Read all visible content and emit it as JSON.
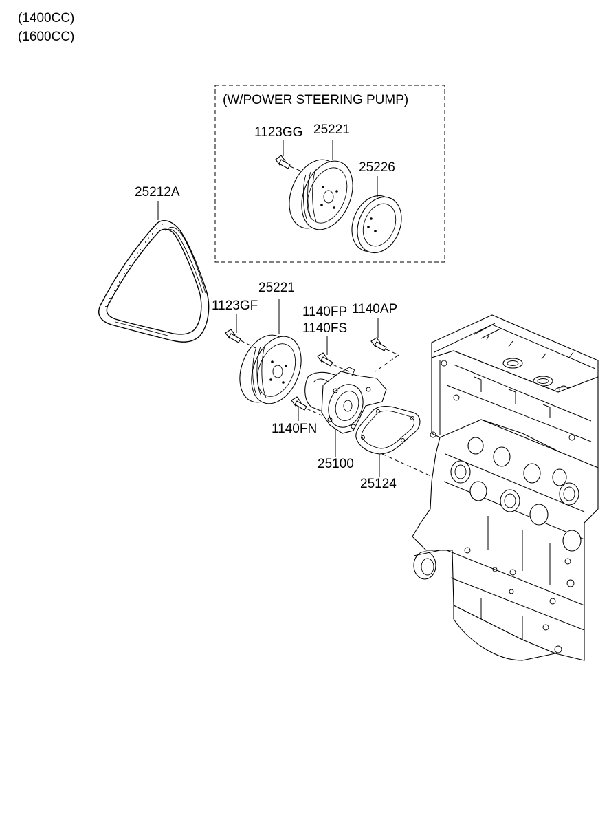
{
  "notes": [
    "(1400CC)",
    "(1600CC)"
  ],
  "optional_group": {
    "label": "(W/POWER STEERING PUMP)"
  },
  "parts": {
    "belt": "25212A",
    "ps_bolt": "1123GG",
    "ps_pulley": "25221",
    "ps_flange": "25226",
    "pulley": "25221",
    "pulley_bolt": "1123GF",
    "bolt_fp": "1140FP",
    "bolt_fs": "1140FS",
    "bolt_ap": "1140AP",
    "bolt_fn": "1140FN",
    "water_pump": "25100",
    "gasket": "25124"
  }
}
